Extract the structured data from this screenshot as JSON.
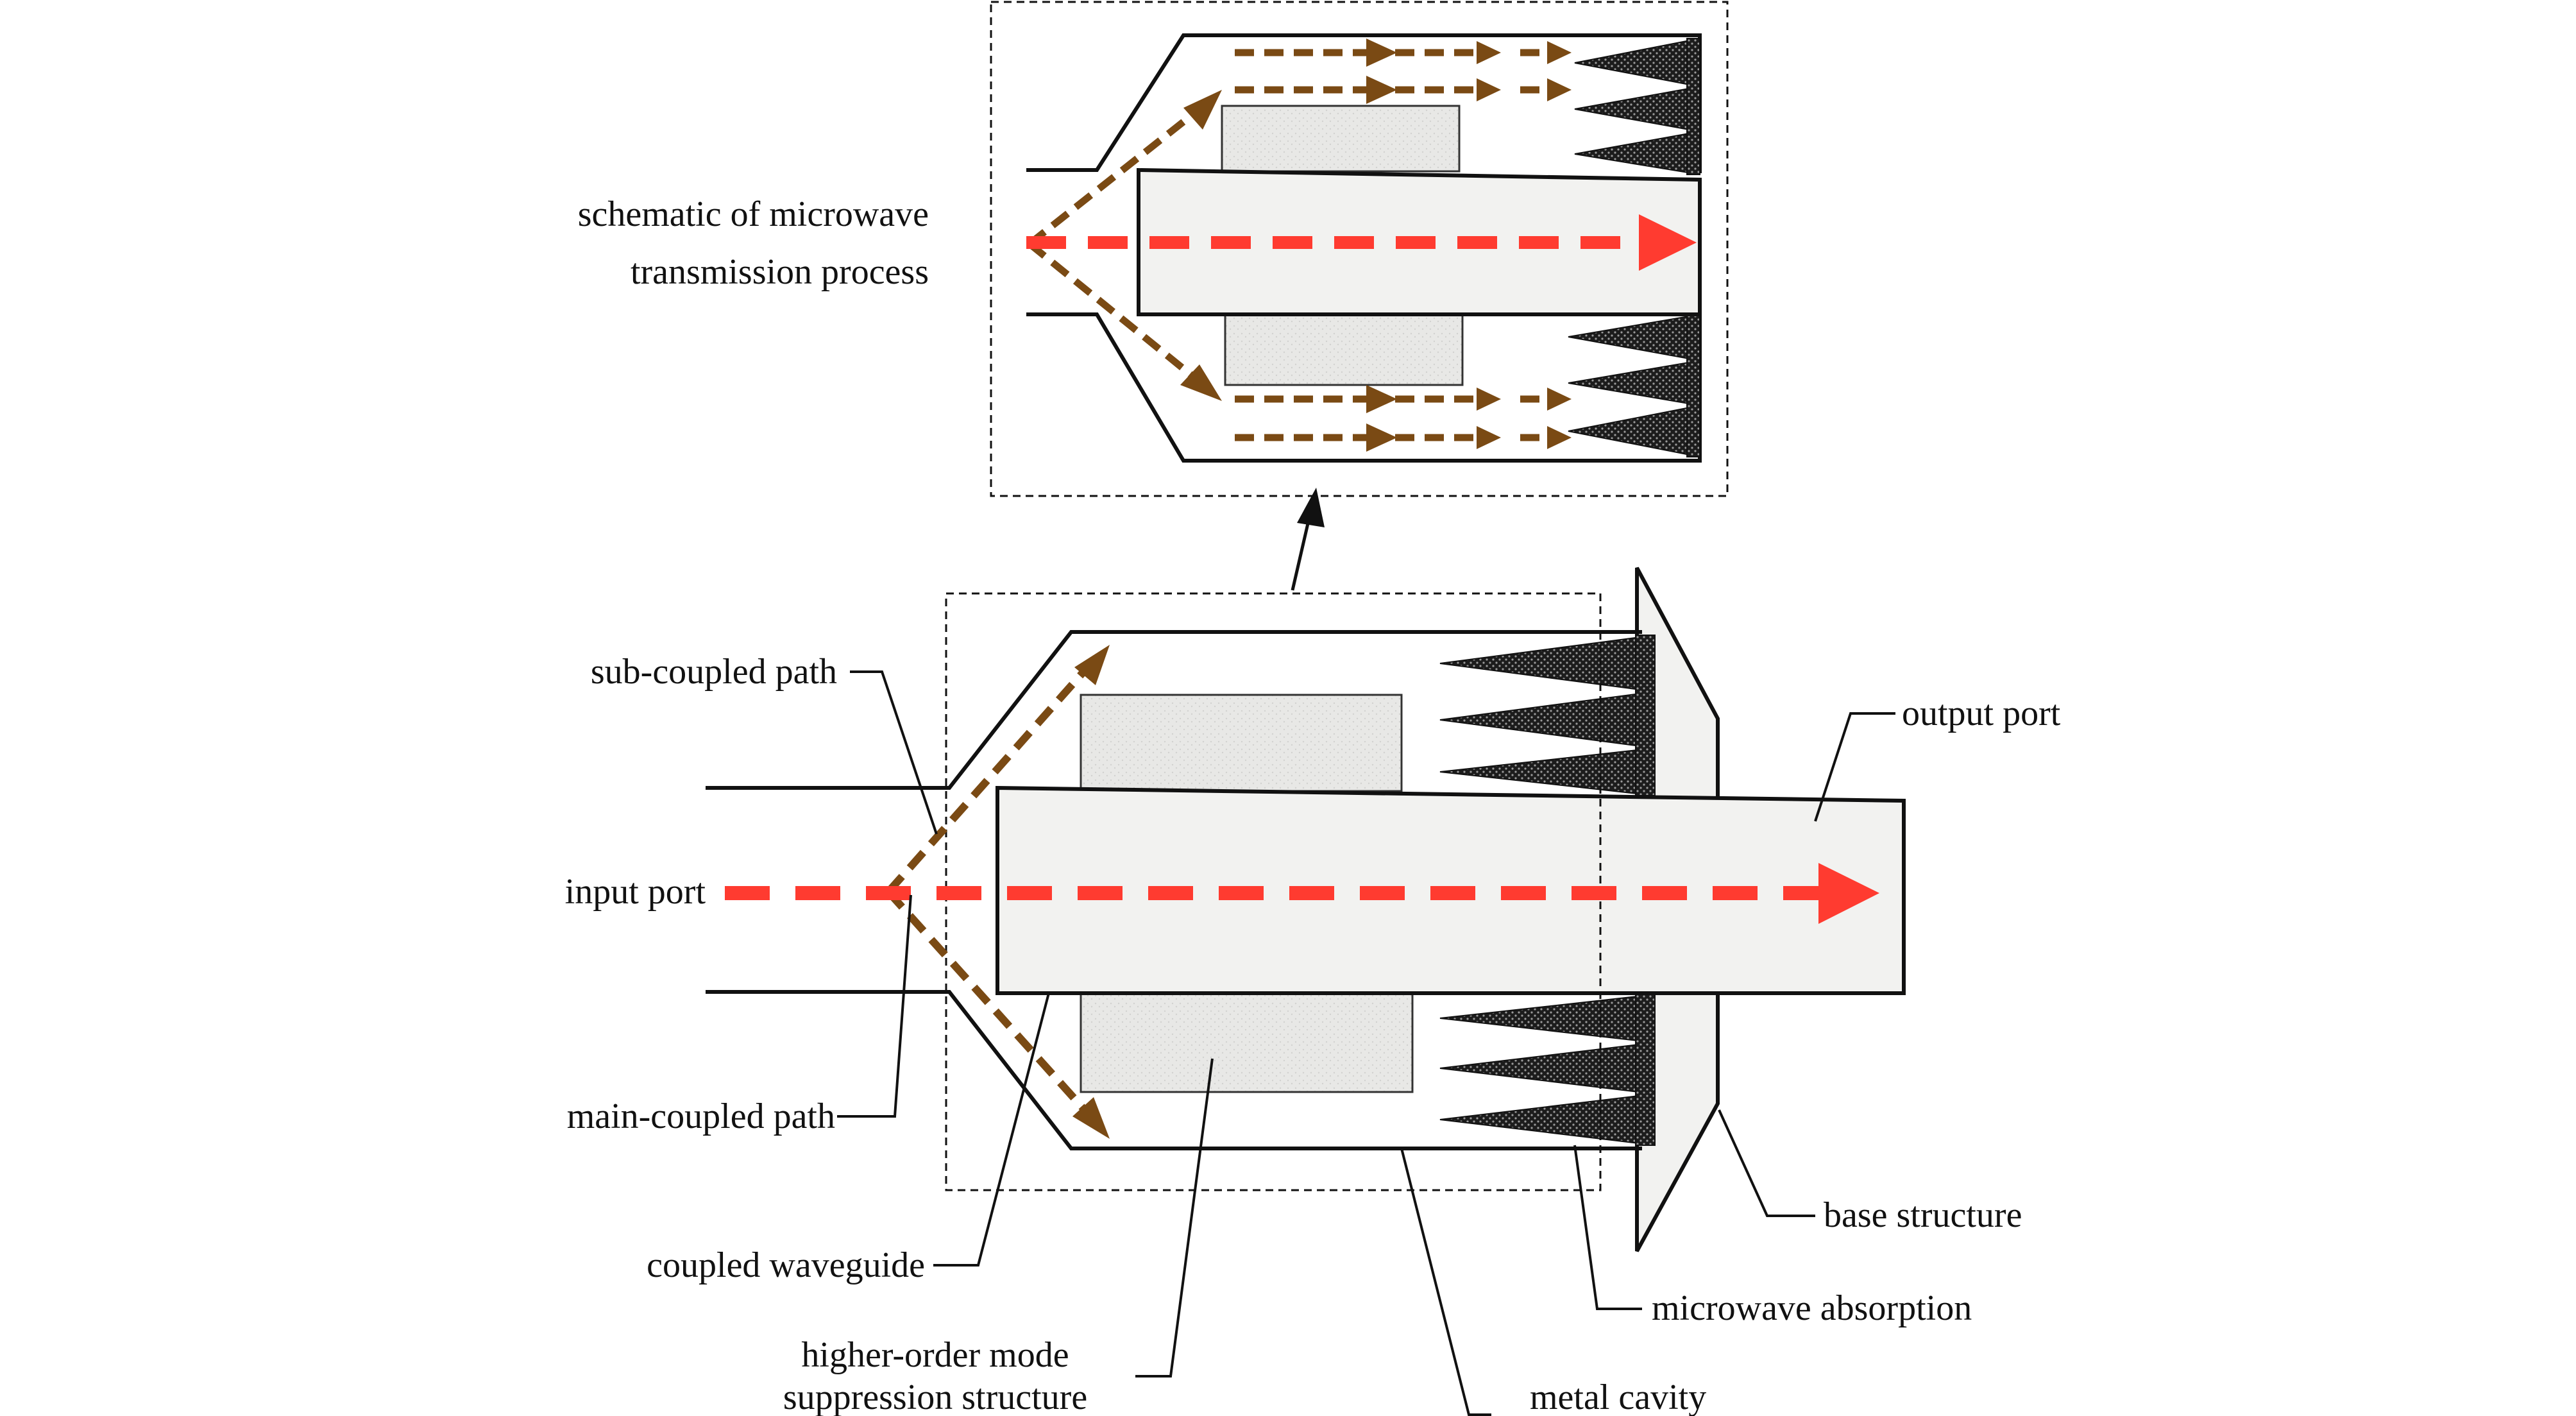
{
  "labels": {
    "schematic_line1": "schematic of microwave",
    "schematic_line2": "transmission process",
    "sub_coupled_path": "sub-coupled path",
    "input_port": "input port",
    "main_coupled_path": "main-coupled path",
    "coupled_waveguide": "coupled waveguide",
    "hom_line1": "higher-order mode",
    "hom_line2": "suppression structure",
    "metal_cavity": "metal cavity",
    "microwave_absorption": "microwave absorption",
    "base_structure": "base structure",
    "output_port": "output port"
  },
  "colors": {
    "main_path": "#ff3b30",
    "coupled_path": "#7a4a14",
    "absorber": "#2a2a2a",
    "fill": "#f2f2f0",
    "line": "#111111"
  }
}
